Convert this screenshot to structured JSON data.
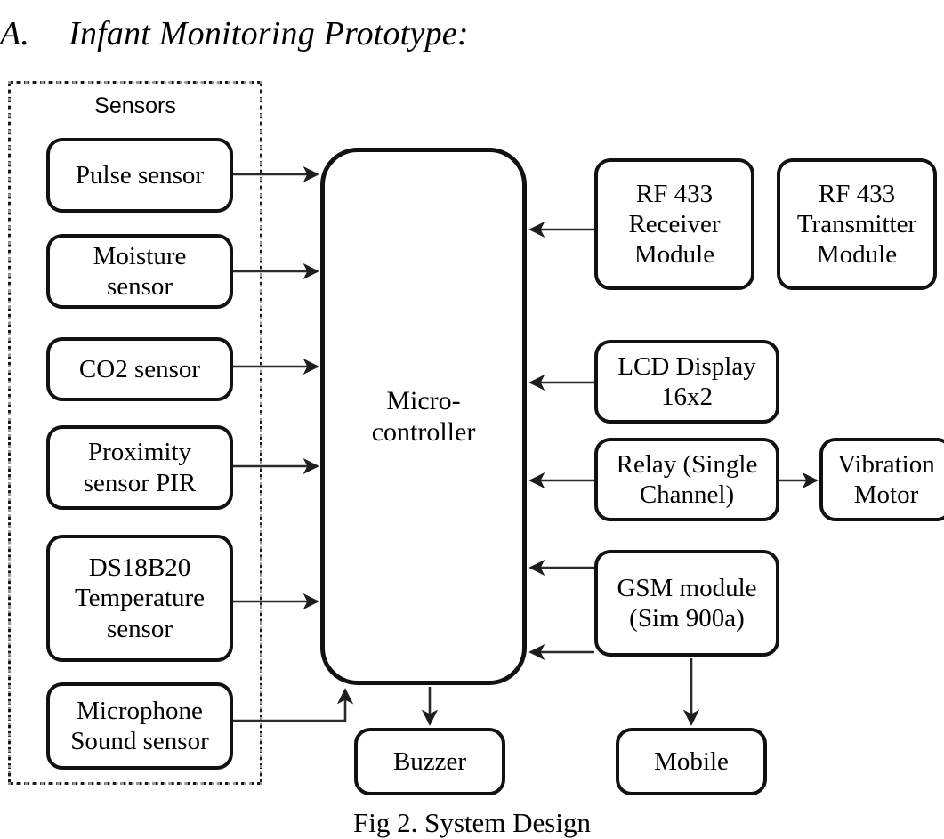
{
  "figure": {
    "section_letter": "A.",
    "section_title": "Infant Monitoring Prototype:",
    "caption": "Fig 2. System Design"
  },
  "sensors_group": {
    "label": "Sensors",
    "border_style": "dash-dot",
    "items": [
      {
        "id": "pulse-sensor",
        "label": "Pulse sensor"
      },
      {
        "id": "moisture-sensor",
        "label": "Moisture\nsensor"
      },
      {
        "id": "co2-sensor",
        "label": "CO2 sensor"
      },
      {
        "id": "proximity-sensor",
        "label": "Proximity\nsensor PIR"
      },
      {
        "id": "temperature-sensor",
        "label": "DS18B20\nTemperature\nsensor"
      },
      {
        "id": "microphone-sensor",
        "label": "Microphone\nSound sensor"
      }
    ]
  },
  "controller": {
    "id": "microcontroller",
    "label": "Micro-\ncontroller"
  },
  "peripherals": [
    {
      "id": "rf433-receiver",
      "label": "RF 433\nReceiver\nModule"
    },
    {
      "id": "rf433-transmitter",
      "label": "RF 433\nTransmitter\nModule"
    },
    {
      "id": "lcd-display",
      "label": "LCD Display\n16x2"
    },
    {
      "id": "relay",
      "label": "Relay (Single\nChannel)"
    },
    {
      "id": "vibration-motor",
      "label": "Vibration\nMotor"
    },
    {
      "id": "gsm-module",
      "label": "GSM module\n(Sim 900a)"
    }
  ],
  "outputs": [
    {
      "id": "buzzer",
      "label": "Buzzer"
    },
    {
      "id": "mobile",
      "label": "Mobile"
    }
  ],
  "colors": {
    "stroke": "#111111",
    "wire": "#2b2b2b",
    "background": "#ffffff",
    "group_border": "#1a1a1a"
  }
}
